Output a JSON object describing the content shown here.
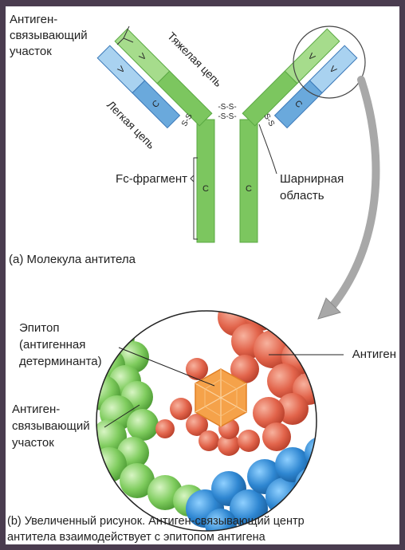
{
  "labels": {
    "antigen_binding_site": [
      "Антиген-",
      "связывающий",
      "участок"
    ],
    "heavy_chain": "Тяжелая цепь",
    "light_chain": "Легкая цепь",
    "fc_fragment": "Fc-фрагмент",
    "hinge_region": [
      "Шарнирная",
      "область"
    ],
    "variable": "V",
    "constant": "C",
    "disulfide": "-S-S-",
    "disulfide_short": "S-S",
    "caption_a": "(a) Молекула антитела",
    "epitope": [
      "Эпитоп",
      "(антигенная",
      "детерминанта)"
    ],
    "antigen": "Антиген",
    "antigen_binding_site_b": [
      "Антиген-",
      "связывающий",
      "участок"
    ],
    "caption_b": [
      "(b) Увеличенный рисунок. Антиген-связывающий центр",
      "антитела взаимодействует с эпитопом антигена"
    ]
  },
  "colors": {
    "heavy_light": "#a6dc8c",
    "heavy_mid": "#7cc65f",
    "heavy_dark": "#5aa843",
    "light_light": "#a9d2f0",
    "light_mid": "#6aa9dc",
    "light_dark": "#3a78b8",
    "antigen_red": "#e46a52",
    "epitope_orange": "#f5a24a",
    "arrow_gray": "#9a9a9a"
  }
}
